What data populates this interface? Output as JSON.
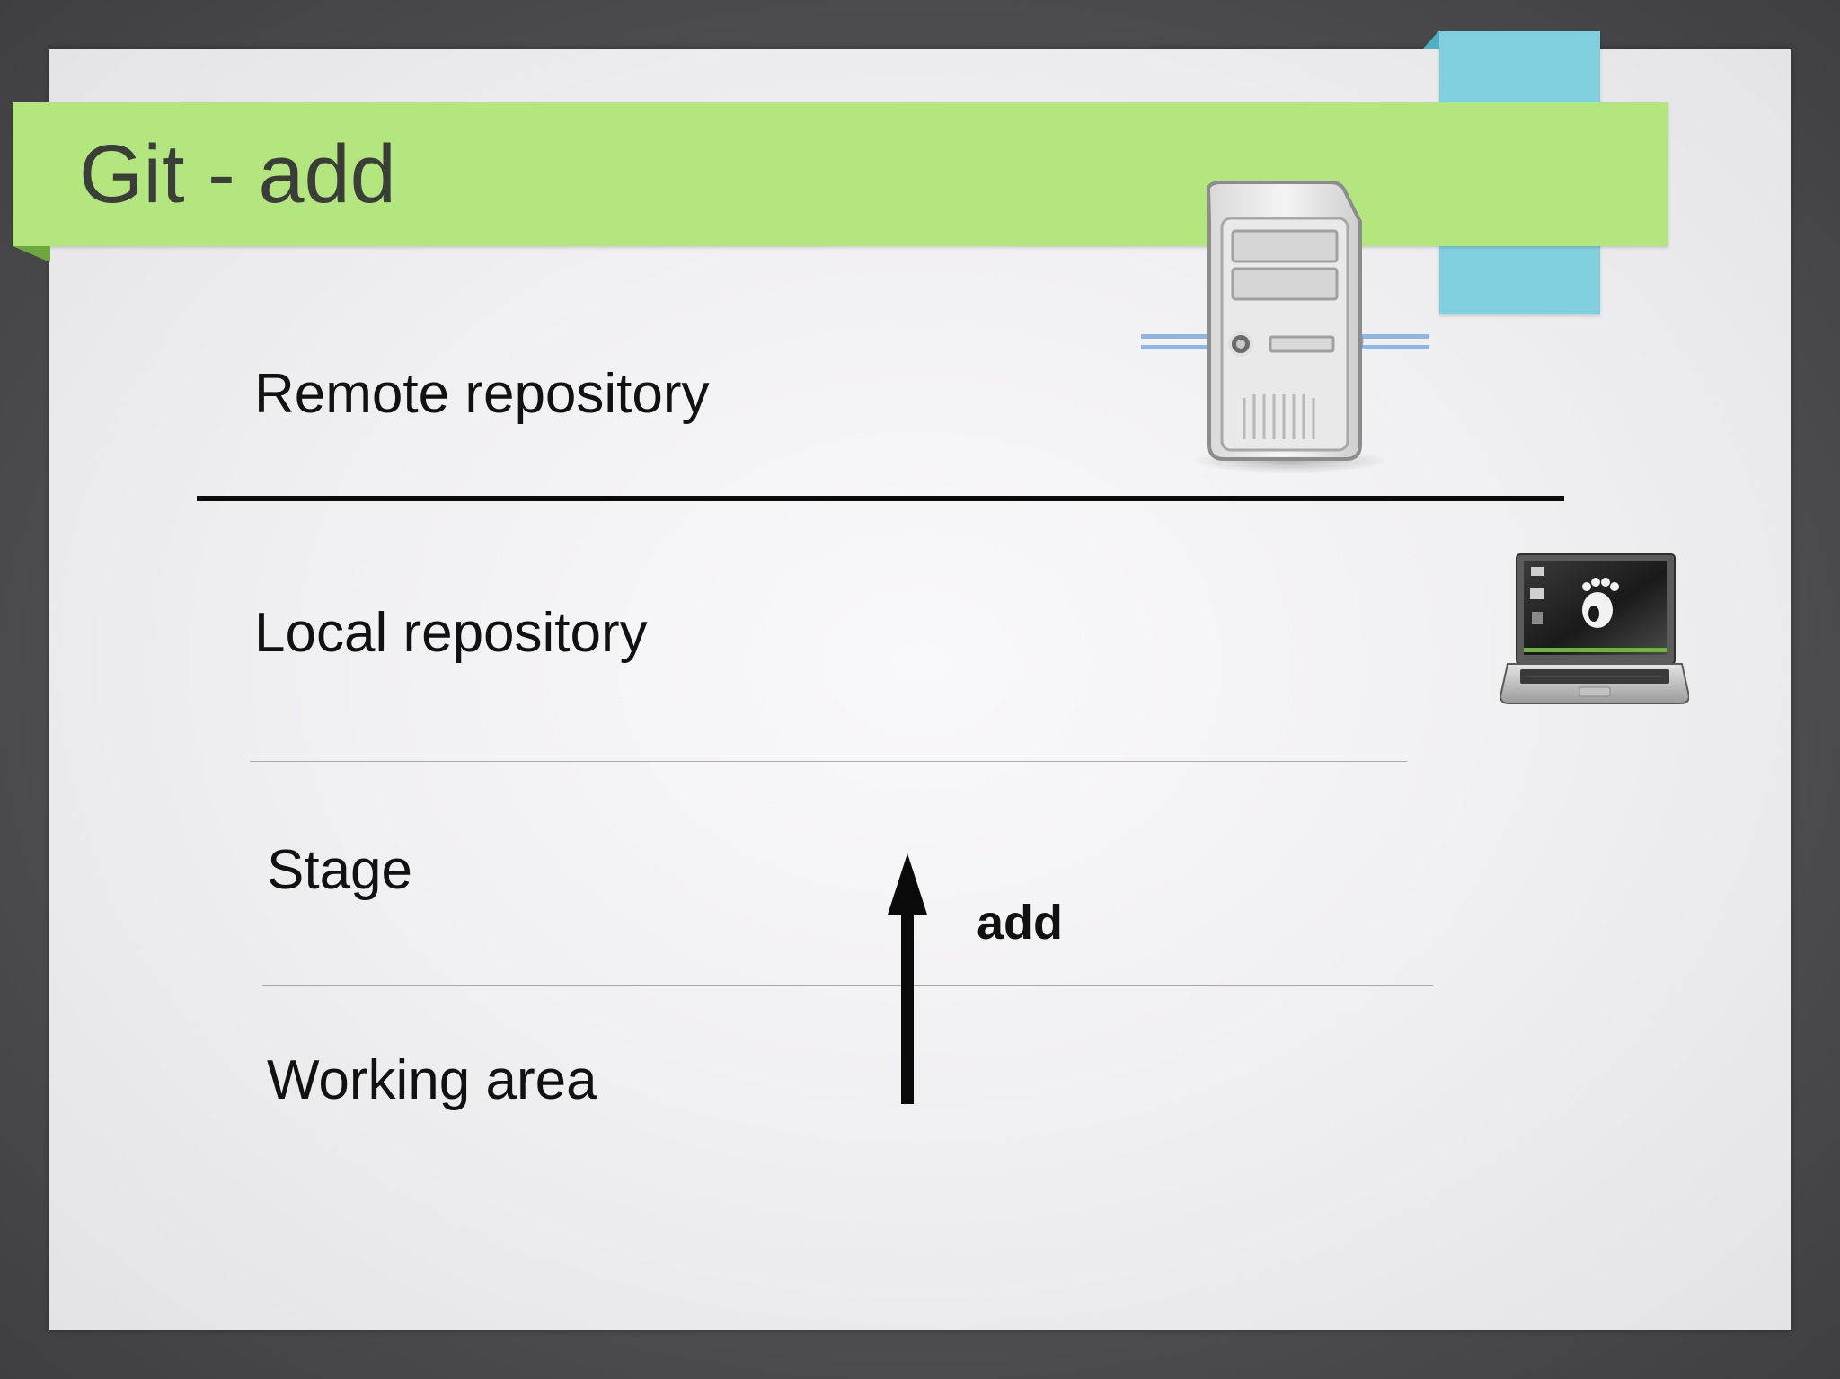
{
  "slide": {
    "title": "Git - add",
    "levels": {
      "remote": "Remote repository",
      "local": "Local repository",
      "stage": "Stage",
      "working": "Working area"
    },
    "operation": "add",
    "icons": {
      "server": "server-icon",
      "laptop": "laptop-icon",
      "arrow": "arrow-up-icon"
    },
    "colors": {
      "title_band": "#b3e67f",
      "accent_tab": "#7fcfdf"
    }
  }
}
